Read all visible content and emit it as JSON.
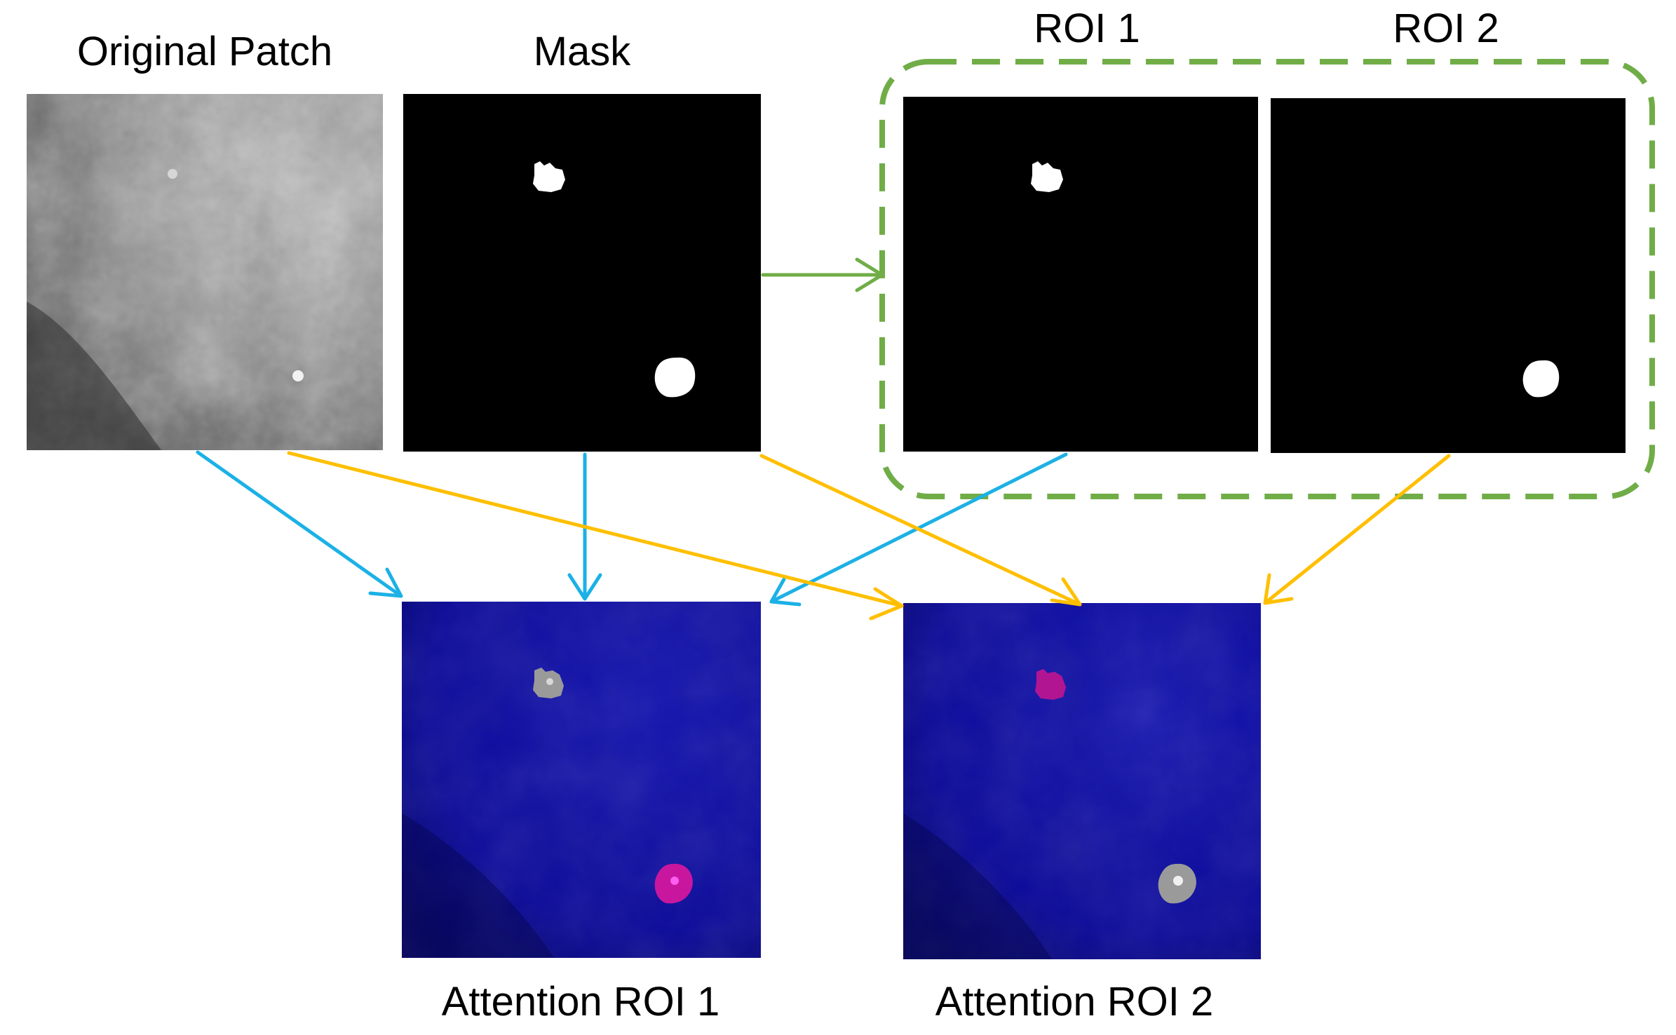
{
  "labels": {
    "original_patch": "Original Patch",
    "mask": "Mask",
    "roi1": "ROI 1",
    "roi2": "ROI 2",
    "attention_roi1": "Attention ROI 1",
    "attention_roi2": "Attention ROI 2"
  },
  "colors": {
    "flow_blue": "#1BB1E6",
    "flow_orange": "#FFBF00",
    "flow_green": "#70AD47",
    "roi_group_border": "#70AD47",
    "mask_background": "#000000",
    "mask_foreground": "#ffffff",
    "attention_background": "#0b0a9a",
    "attention_highlight_magenta": "#c8179e",
    "attention_highlight_gray": "#9a9a9a"
  }
}
